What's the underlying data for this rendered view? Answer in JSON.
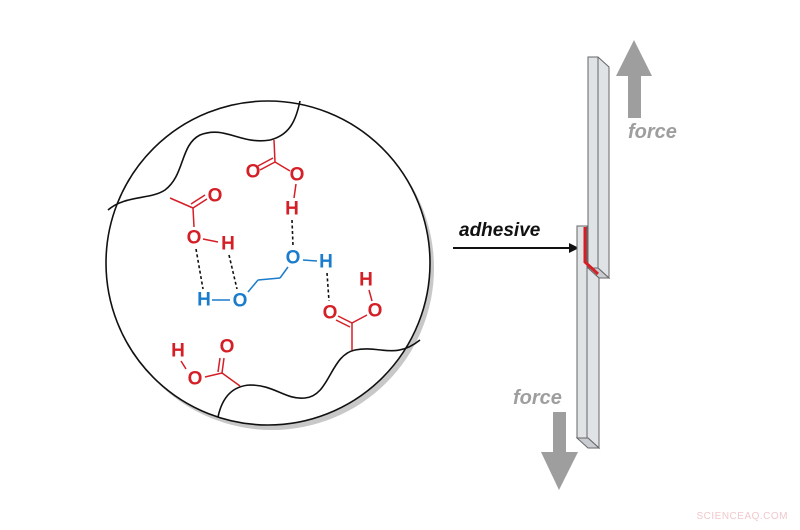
{
  "diagram": {
    "title": "Hydrogen bonding in adhesive between surfaces and lap-shear test",
    "colors": {
      "acid": "#d41f26",
      "diol": "#1a7ccc",
      "outline": "#111111",
      "force_gray": "#9e9e9e",
      "strip_face": "#dfe3e6",
      "strip_side": "#c9cdd1",
      "adhesive_red": "#d41f26",
      "watermark": "#f0c8cc"
    },
    "molecules": {
      "carboxyl_top": {
        "atoms": [
          {
            "el": "O"
          },
          {
            "el": "O"
          },
          {
            "el": "H"
          }
        ]
      },
      "carboxyl_left": {
        "atoms": [
          {
            "el": "O"
          },
          {
            "el": "O"
          },
          {
            "el": "H"
          }
        ]
      },
      "carboxyl_right": {
        "atoms": [
          {
            "el": "O"
          },
          {
            "el": "O"
          },
          {
            "el": "H"
          }
        ]
      },
      "carboxyl_bottom": {
        "atoms": [
          {
            "el": "H"
          },
          {
            "el": "O"
          },
          {
            "el": "O"
          }
        ]
      },
      "diol": {
        "atoms": [
          {
            "el": "H"
          },
          {
            "el": "O"
          },
          {
            "el": "O"
          },
          {
            "el": "H"
          }
        ]
      }
    },
    "labels": {
      "adhesive": "adhesive",
      "force_top": "force",
      "force_bottom": "force"
    },
    "watermark": "SCIENCEAQ.COM"
  }
}
